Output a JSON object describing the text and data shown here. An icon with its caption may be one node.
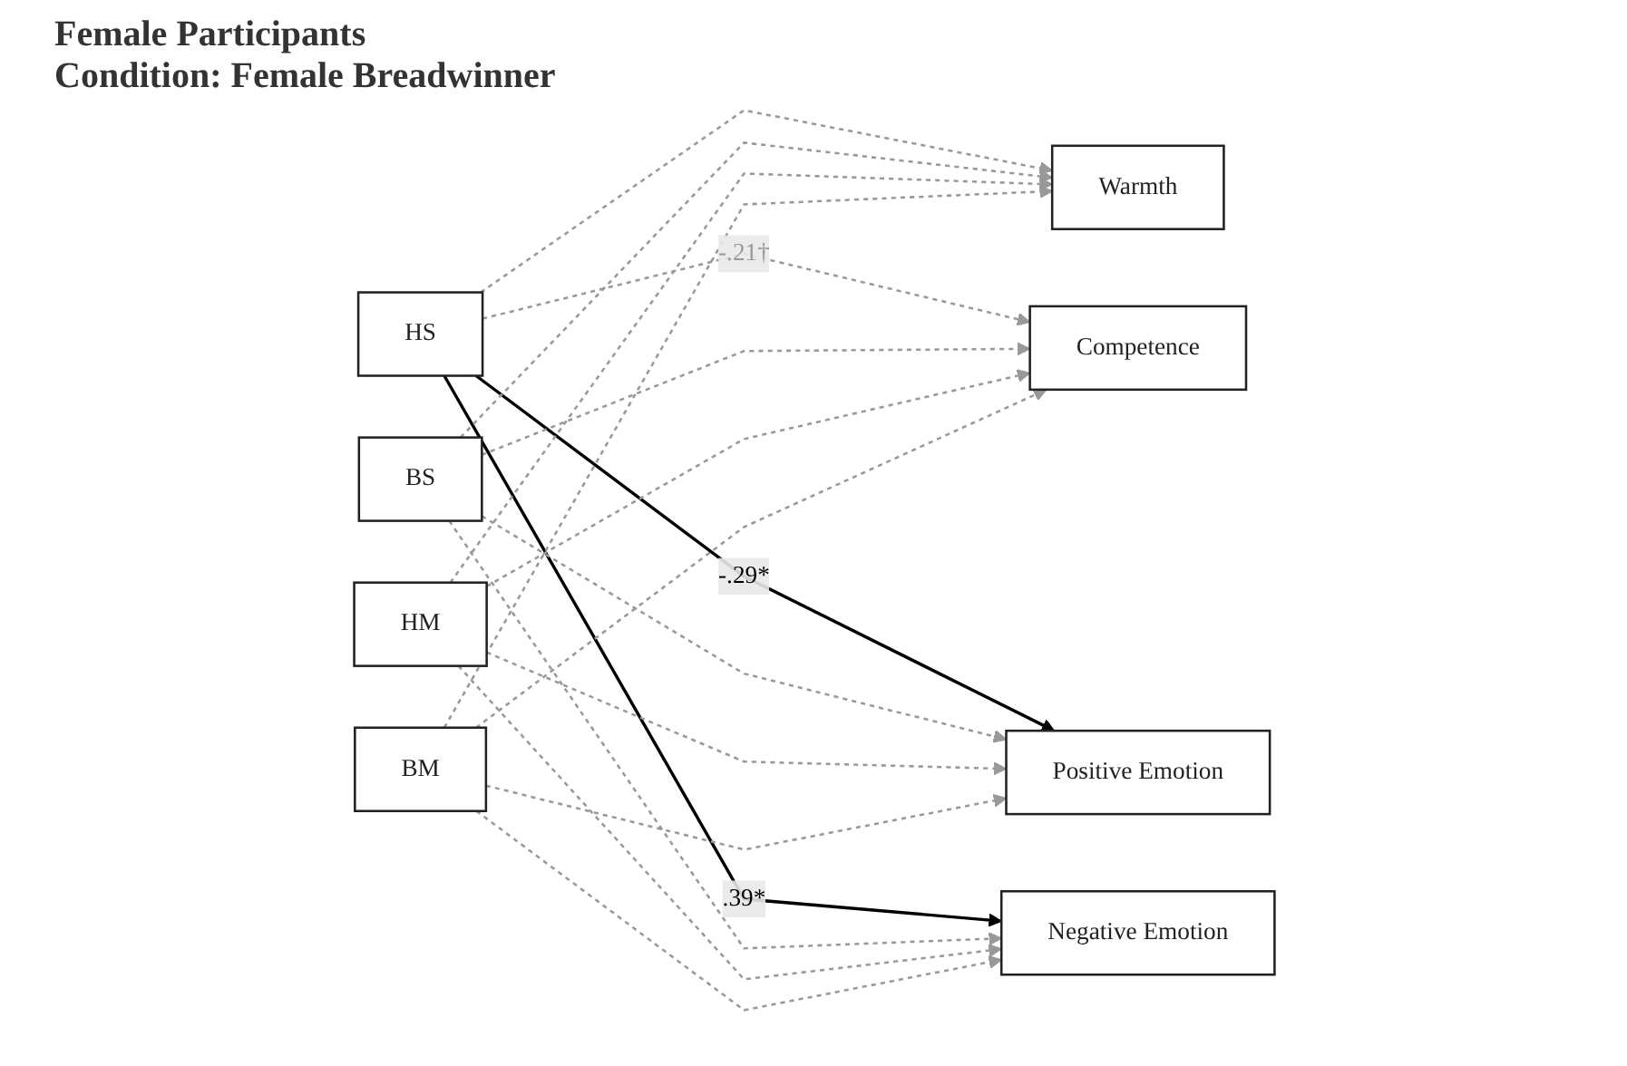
{
  "diagram": {
    "title": "Female Participants",
    "nodes": [
      {
        "text": [
          "HS"
        ]
      },
      {
        "text": [
          "BS"
        ]
      },
      {
        "text": [
          "HM"
        ]
      },
      {
        "text": [
          "BM"
        ]
      },
      {
        "text": [
          "Warmth"
        ]
      },
      {
        "text": [
          "Competence"
        ]
      },
      {
        "text": [
          "Positive Emotion"
        ]
      },
      {
        "text": [
          "Negative Emotion"
        ]
      }
    ],
    "edges": [
      {
        "from": 0,
        "to": 4,
        "arrow": "to",
        "style": "dashed"
      },
      {
        "from": 0,
        "to": 5,
        "arrow": "to",
        "label": "-.21†",
        "style": "dashed"
      },
      {
        "from": 0,
        "to": 6,
        "arrow": "to",
        "label": "-.29*",
        "color": "#000000"
      },
      {
        "from": 0,
        "to": 7,
        "arrow": "to",
        "label": ".39*",
        "color": "#000000"
      },
      {
        "from": 1,
        "to": 4,
        "arrow": "to",
        "style": "dashed"
      },
      {
        "from": 1,
        "to": 5,
        "arrow": "to",
        "style": "dashed"
      },
      {
        "from": 1,
        "to": 6,
        "arrow": "to",
        "style": "dashed"
      },
      {
        "from": 1,
        "to": 7,
        "arrow": "to",
        "style": "dashed"
      },
      {
        "from": 2,
        "to": 4,
        "arrow": "to",
        "style": "dashed"
      },
      {
        "from": 2,
        "to": 5,
        "arrow": "to",
        "style": "dashed"
      },
      {
        "from": 2,
        "to": 6,
        "arrow": "to",
        "style": "dashed"
      },
      {
        "from": 2,
        "to": 7,
        "arrow": "to",
        "style": "dashed"
      },
      {
        "from": 3,
        "to": 4,
        "arrow": "to",
        "style": "dashed"
      },
      {
        "from": 3,
        "to": 5,
        "arrow": "to",
        "style": "dashed"
      },
      {
        "from": 3,
        "to": 6,
        "arrow": "to",
        "style": "dashed"
      },
      {
        "from": 3,
        "to": 7,
        "arrow": "to",
        "style": "dashed"
      }
    ],
    "labels": [
      "Condition: Female Breadwinner"
    ]
  }
}
